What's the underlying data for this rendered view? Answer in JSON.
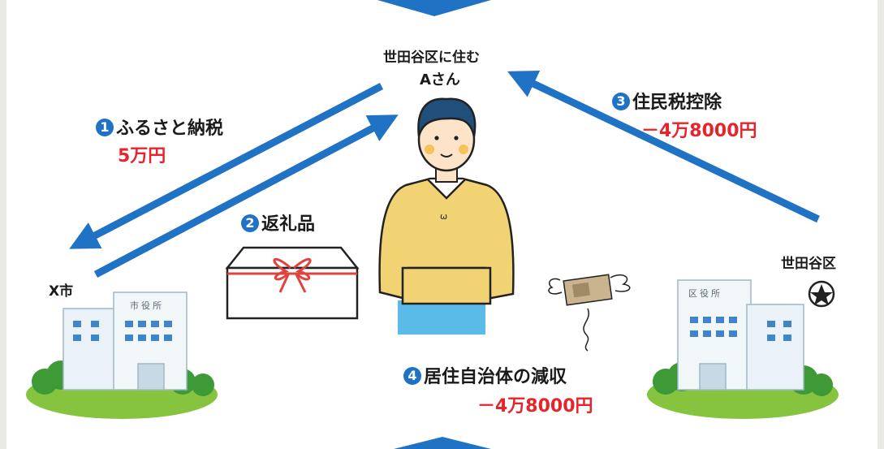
{
  "resident": {
    "line1": "世田谷区に住む",
    "line2": "Aさん"
  },
  "steps": [
    {
      "num": "1",
      "label": "ふるさと納税",
      "amount": "5万円"
    },
    {
      "num": "2",
      "label": "返礼品"
    },
    {
      "num": "3",
      "label": "住民税控除",
      "amount": "－4万8000円"
    },
    {
      "num": "4",
      "label": "居住自治体の減収",
      "amount": "－4万8000円"
    }
  ],
  "x_city": {
    "label": "X市",
    "sign": "市役所"
  },
  "setagaya": {
    "label": "世田谷区",
    "sign": "区役所"
  },
  "colors": {
    "arrow": "#1f72c4",
    "amount": "#e8242b",
    "sweater": "#f2d373",
    "grass": "#86c440",
    "tree": "#3e9a36"
  }
}
